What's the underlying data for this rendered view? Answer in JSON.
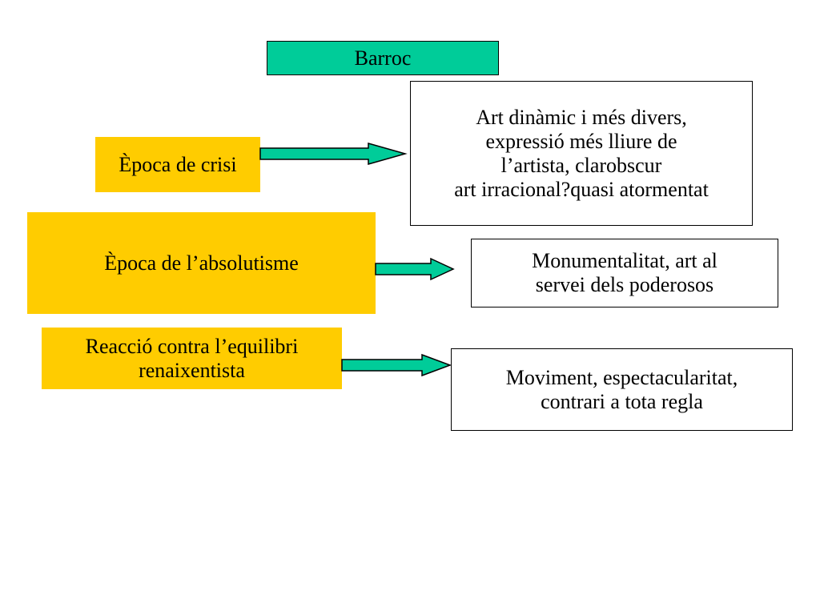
{
  "colors": {
    "title_fill": "#00cc99",
    "cause_fill": "#ffcc00",
    "arrow_fill": "#00cc99",
    "arrow_stroke": "#000000"
  },
  "diagram": {
    "title": "Barroc",
    "rows": [
      {
        "cause": "Època de crisi",
        "result": "Art  dinàmic i més divers,\nexpressió més lliure de\nl’artista, clarobscur\nart irracional?quasi atormentat"
      },
      {
        "cause": "Època de l’absolutisme",
        "result": "Monumentalitat, art al\nservei dels poderosos"
      },
      {
        "cause": "Reacció contra l’equilibri\nrenaixentista",
        "result": "Moviment, espectacularitat,\ncontrari a tota regla"
      }
    ]
  }
}
